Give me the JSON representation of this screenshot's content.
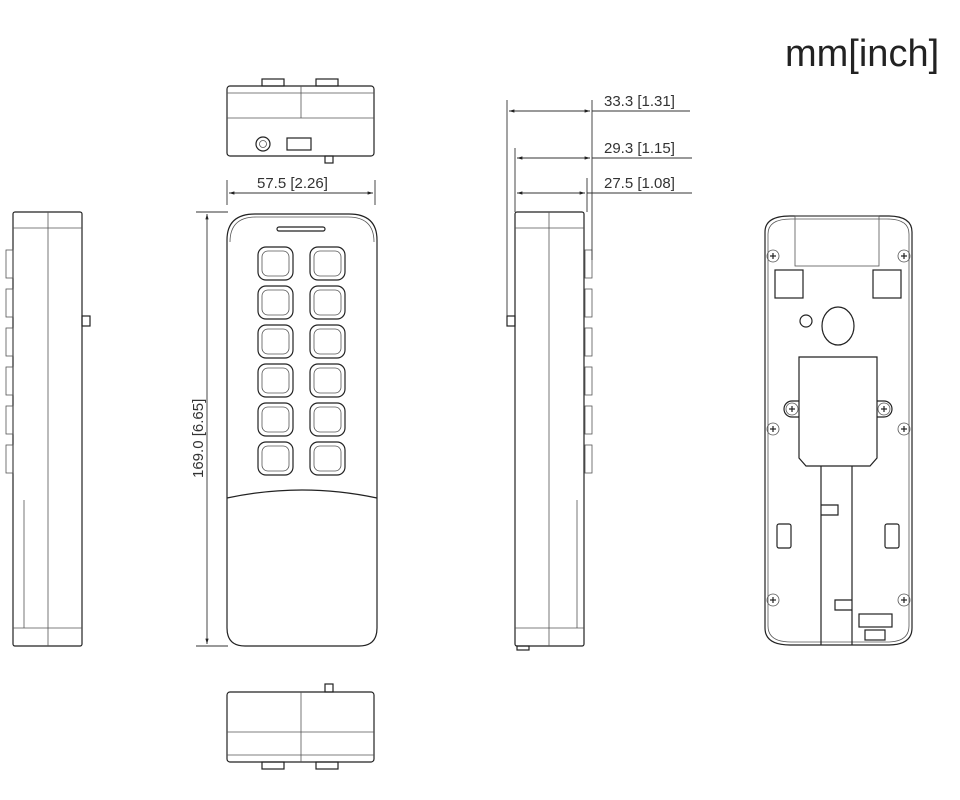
{
  "units_label": "mm[inch]",
  "dimensions": {
    "width": "57.5  [2.26]",
    "height": "169.0  [6.65]",
    "depth_total": "33.3  [1.31]",
    "depth_mid": "29.3  [1.15]",
    "depth_body": "27.5  [1.08]"
  },
  "keypad": {
    "rows": 6,
    "columns": 2
  }
}
